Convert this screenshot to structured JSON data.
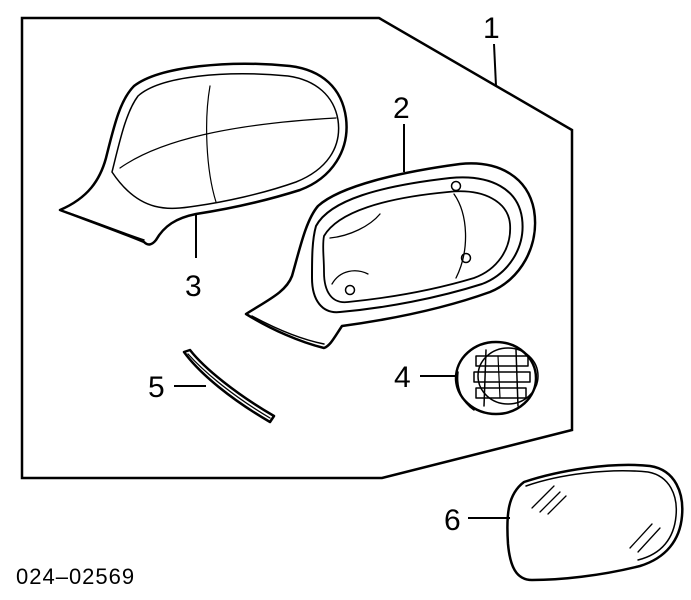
{
  "diagram": {
    "part_number": "024–02569",
    "callouts": [
      {
        "id": "1",
        "label": "1"
      },
      {
        "id": "2",
        "label": "2"
      },
      {
        "id": "3",
        "label": "3"
      },
      {
        "id": "4",
        "label": "4"
      },
      {
        "id": "5",
        "label": "5"
      },
      {
        "id": "6",
        "label": "6"
      }
    ],
    "colors": {
      "line": "#000000",
      "background": "#ffffff"
    }
  }
}
